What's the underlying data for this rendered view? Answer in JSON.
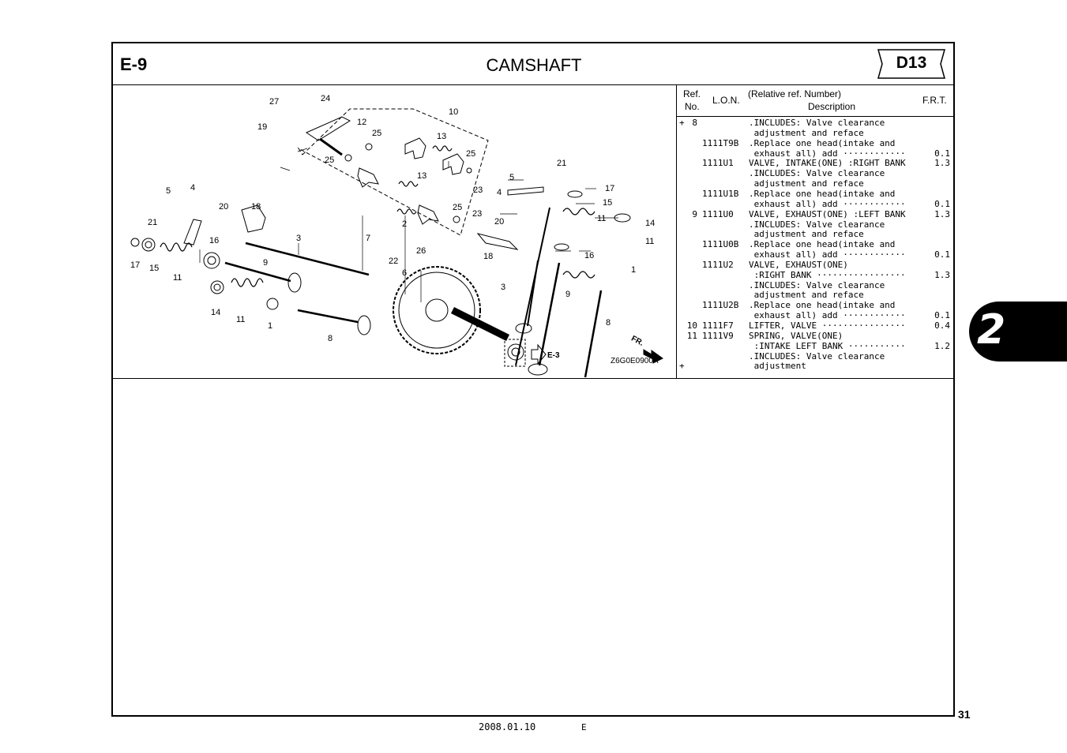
{
  "header": {
    "section_id": "E-9",
    "title": "CAMSHAFT",
    "model": "D13"
  },
  "table": {
    "col_ref": "Ref.",
    "col_no": "No.",
    "col_lon": "L.O.N.",
    "col_relref": "(Relative ref. Number)",
    "col_desc": "Description",
    "col_frt": "F.R.T.",
    "rows": [
      {
        "prefix": "+",
        "ref": "8",
        "lon": "",
        "desc": ".INCLUDES: Valve clearance",
        "frt": ""
      },
      {
        "prefix": "",
        "ref": "",
        "lon": "",
        "desc": " adjustment and reface",
        "frt": ""
      },
      {
        "prefix": "",
        "ref": "",
        "lon": "1111T9B",
        "desc": ".Replace one head(intake and",
        "frt": ""
      },
      {
        "prefix": "",
        "ref": "",
        "lon": "",
        "desc": " exhaust all) add ············",
        "frt": "0.1"
      },
      {
        "prefix": "",
        "ref": "",
        "lon": "1111U1",
        "desc": "VALVE, INTAKE(ONE) :RIGHT BANK",
        "frt": "1.3"
      },
      {
        "prefix": "",
        "ref": "",
        "lon": "",
        "desc": ".INCLUDES: Valve clearance",
        "frt": ""
      },
      {
        "prefix": "",
        "ref": "",
        "lon": "",
        "desc": " adjustment and reface",
        "frt": ""
      },
      {
        "prefix": "",
        "ref": "",
        "lon": "1111U1B",
        "desc": ".Replace one head(intake and",
        "frt": ""
      },
      {
        "prefix": "",
        "ref": "",
        "lon": "",
        "desc": " exhaust all) add ············",
        "frt": "0.1"
      },
      {
        "prefix": "",
        "ref": "9",
        "lon": "1111U0",
        "desc": "VALVE, EXHAUST(ONE) :LEFT BANK",
        "frt": "1.3"
      },
      {
        "prefix": "",
        "ref": "",
        "lon": "",
        "desc": ".INCLUDES: Valve clearance",
        "frt": ""
      },
      {
        "prefix": "",
        "ref": "",
        "lon": "",
        "desc": " adjustment and reface",
        "frt": ""
      },
      {
        "prefix": "",
        "ref": "",
        "lon": "1111U0B",
        "desc": ".Replace one head(intake and",
        "frt": ""
      },
      {
        "prefix": "",
        "ref": "",
        "lon": "",
        "desc": " exhaust all) add ············",
        "frt": "0.1"
      },
      {
        "prefix": "",
        "ref": "",
        "lon": "1111U2",
        "desc": "VALVE, EXHAUST(ONE)",
        "frt": ""
      },
      {
        "prefix": "",
        "ref": "",
        "lon": "",
        "desc": " :RIGHT BANK ·················",
        "frt": "1.3"
      },
      {
        "prefix": "",
        "ref": "",
        "lon": "",
        "desc": ".INCLUDES: Valve clearance",
        "frt": ""
      },
      {
        "prefix": "",
        "ref": "",
        "lon": "",
        "desc": " adjustment and reface",
        "frt": ""
      },
      {
        "prefix": "",
        "ref": "",
        "lon": "1111U2B",
        "desc": ".Replace one head(intake and",
        "frt": ""
      },
      {
        "prefix": "",
        "ref": "",
        "lon": "",
        "desc": " exhaust all) add ············",
        "frt": "0.1"
      },
      {
        "prefix": "",
        "ref": "10",
        "lon": "1111F7",
        "desc": "LIFTER, VALVE ················",
        "frt": "0.4"
      },
      {
        "prefix": "",
        "ref": "11",
        "lon": "1111V9",
        "desc": "SPRING, VALVE(ONE)",
        "frt": ""
      },
      {
        "prefix": "",
        "ref": "",
        "lon": "",
        "desc": " :INTAKE LEFT BANK ···········",
        "frt": "1.2"
      },
      {
        "prefix": "",
        "ref": "",
        "lon": "",
        "desc": ".INCLUDES: Valve clearance",
        "frt": ""
      },
      {
        "prefix": "+",
        "ref": "",
        "lon": "",
        "desc": " adjustment",
        "frt": ""
      }
    ]
  },
  "diagram": {
    "code": "Z6G0E0900A",
    "fr_label": "FR.",
    "ref_label": "E-3",
    "callouts": [
      "27",
      "24",
      "19",
      "12",
      "10",
      "25",
      "13",
      "25",
      "25",
      "13",
      "23",
      "5",
      "21",
      "4",
      "17",
      "15",
      "11",
      "14",
      "11",
      "16",
      "1",
      "5",
      "4",
      "20",
      "18",
      "21",
      "17",
      "15",
      "11",
      "16",
      "3",
      "9",
      "14",
      "11",
      "1",
      "8",
      "7",
      "2",
      "22",
      "6",
      "26",
      "25",
      "23",
      "20",
      "18",
      "3",
      "9",
      "8"
    ]
  },
  "side_tab": "2",
  "page_number": "31",
  "footer": {
    "date": "2008.01.10",
    "code": "E"
  }
}
